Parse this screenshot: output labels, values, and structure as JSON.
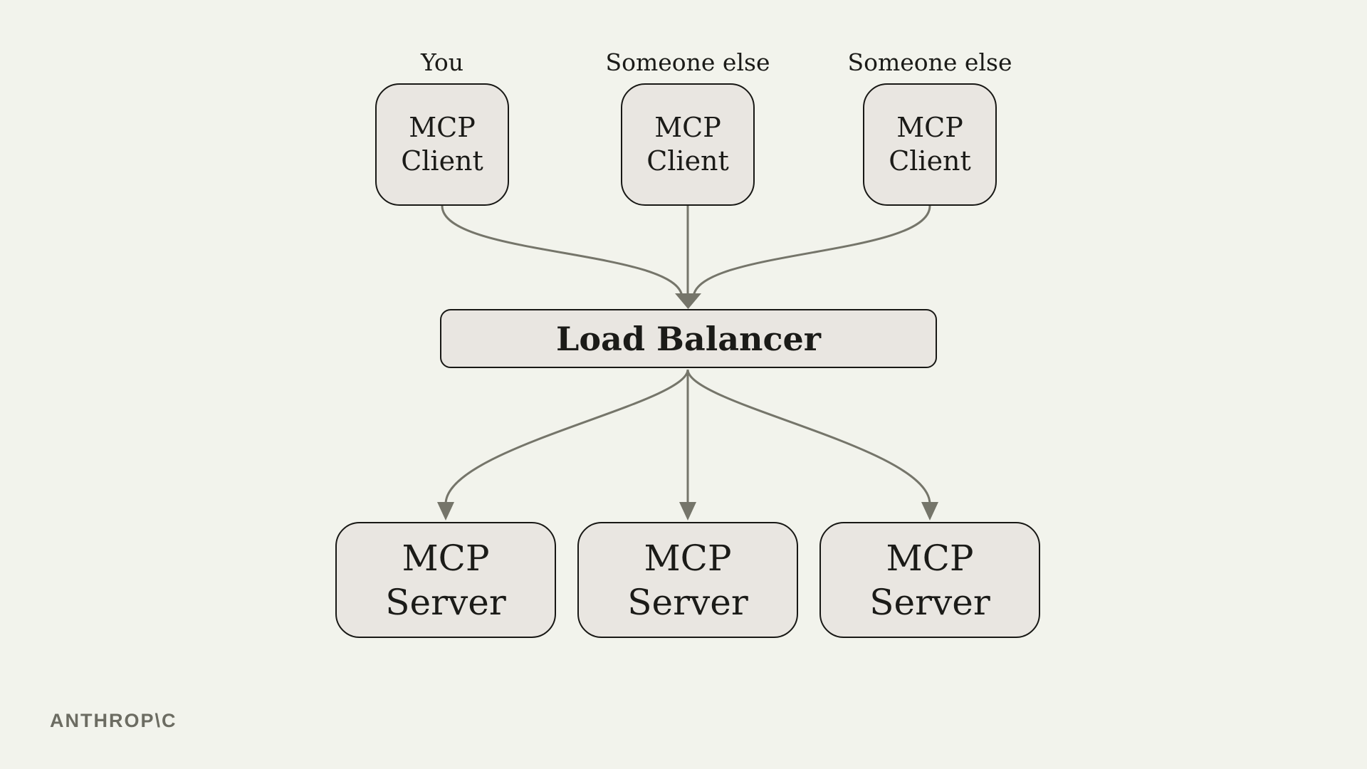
{
  "colors": {
    "bg": "#f2f3ec",
    "box-fill": "#e9e6e1",
    "box-border": "#181815",
    "edge": "#75756a",
    "text": "#1b1b18",
    "brand": "#6c6c62"
  },
  "diagram": {
    "clients": [
      {
        "owner": "You",
        "line1": "MCP",
        "line2": "Client"
      },
      {
        "owner": "Someone else",
        "line1": "MCP",
        "line2": "Client"
      },
      {
        "owner": "Someone else",
        "line1": "MCP",
        "line2": "Client"
      }
    ],
    "load_balancer": {
      "label": "Load Balancer"
    },
    "servers": [
      {
        "line1": "MCP",
        "line2": "Server"
      },
      {
        "line1": "MCP",
        "line2": "Server"
      },
      {
        "line1": "MCP",
        "line2": "Server"
      }
    ]
  },
  "footer": {
    "brand": "ANTHROP\\C"
  }
}
